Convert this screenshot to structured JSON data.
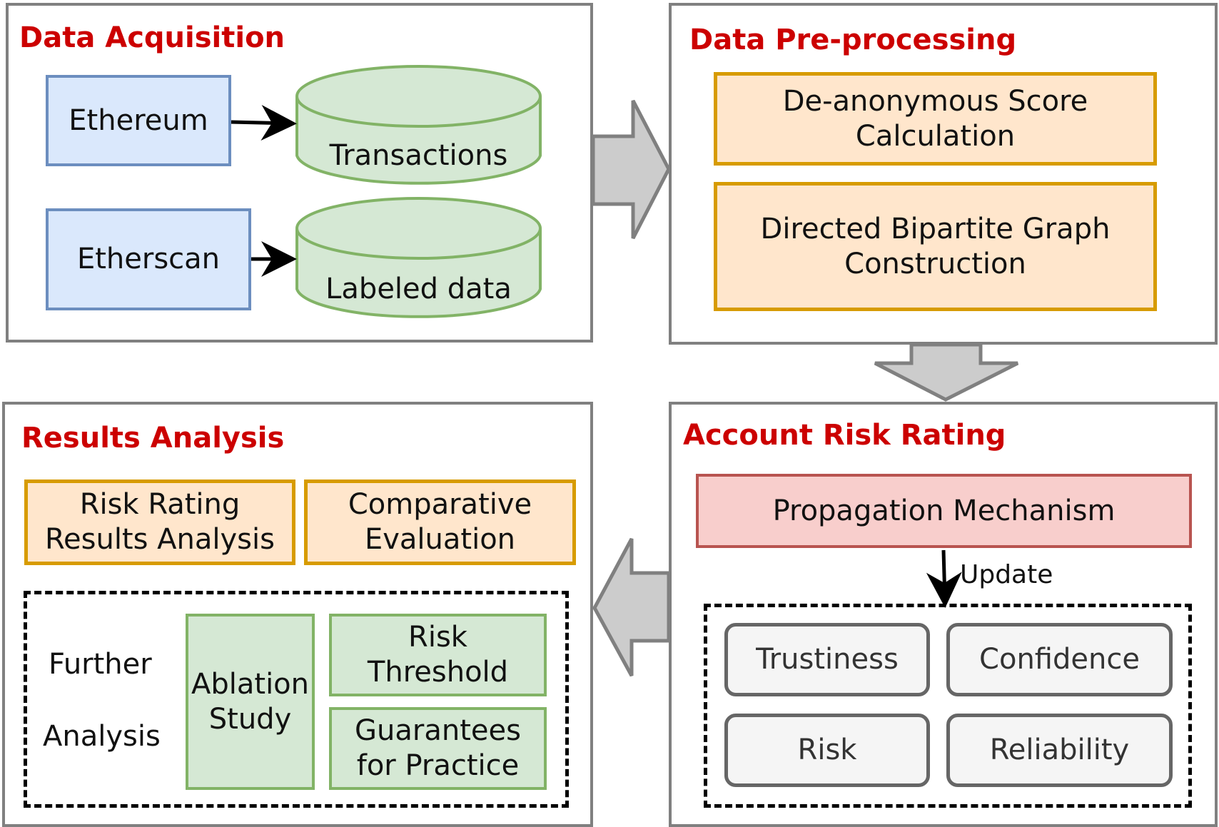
{
  "data_acquisition": {
    "title": "Data Acquisition",
    "ethereum": "Ethereum",
    "etherscan": "Etherscan",
    "transactions": "Transactions",
    "labeled_data": "Labeled data"
  },
  "data_preprocessing": {
    "title": "Data Pre-processing",
    "deanon_line1": "De-anonymous Score",
    "deanon_line2": "Calculation",
    "graph_line1": "Directed Bipartite Graph",
    "graph_line2": "Construction"
  },
  "account_risk_rating": {
    "title": "Account Risk Rating",
    "propagation": "Propagation Mechanism",
    "update": "Update",
    "trustiness": "Trustiness",
    "confidence": "Confidence",
    "risk": "Risk",
    "reliability": "Reliability"
  },
  "results_analysis": {
    "title": "Results Analysis",
    "rr_line1": "Risk Rating",
    "rr_line2": "Results Analysis",
    "comp_line1": "Comparative",
    "comp_line2": "Evaluation",
    "further": "Further",
    "analysis": "Analysis",
    "ablation_line1": "Ablation",
    "ablation_line2": "Study",
    "threshold_line1": "Risk",
    "threshold_line2": "Threshold",
    "guarantees_line1": "Guarantees",
    "guarantees_line2": "for Practice"
  },
  "colors": {
    "title_red": "#cc0000",
    "panel_border": "#808080",
    "blue_fill": "#dae8fc",
    "orange_fill": "#ffe6cc",
    "green_fill": "#d5e8d4",
    "red_fill": "#f8cecc",
    "gray_fill": "#f5f5f5"
  }
}
